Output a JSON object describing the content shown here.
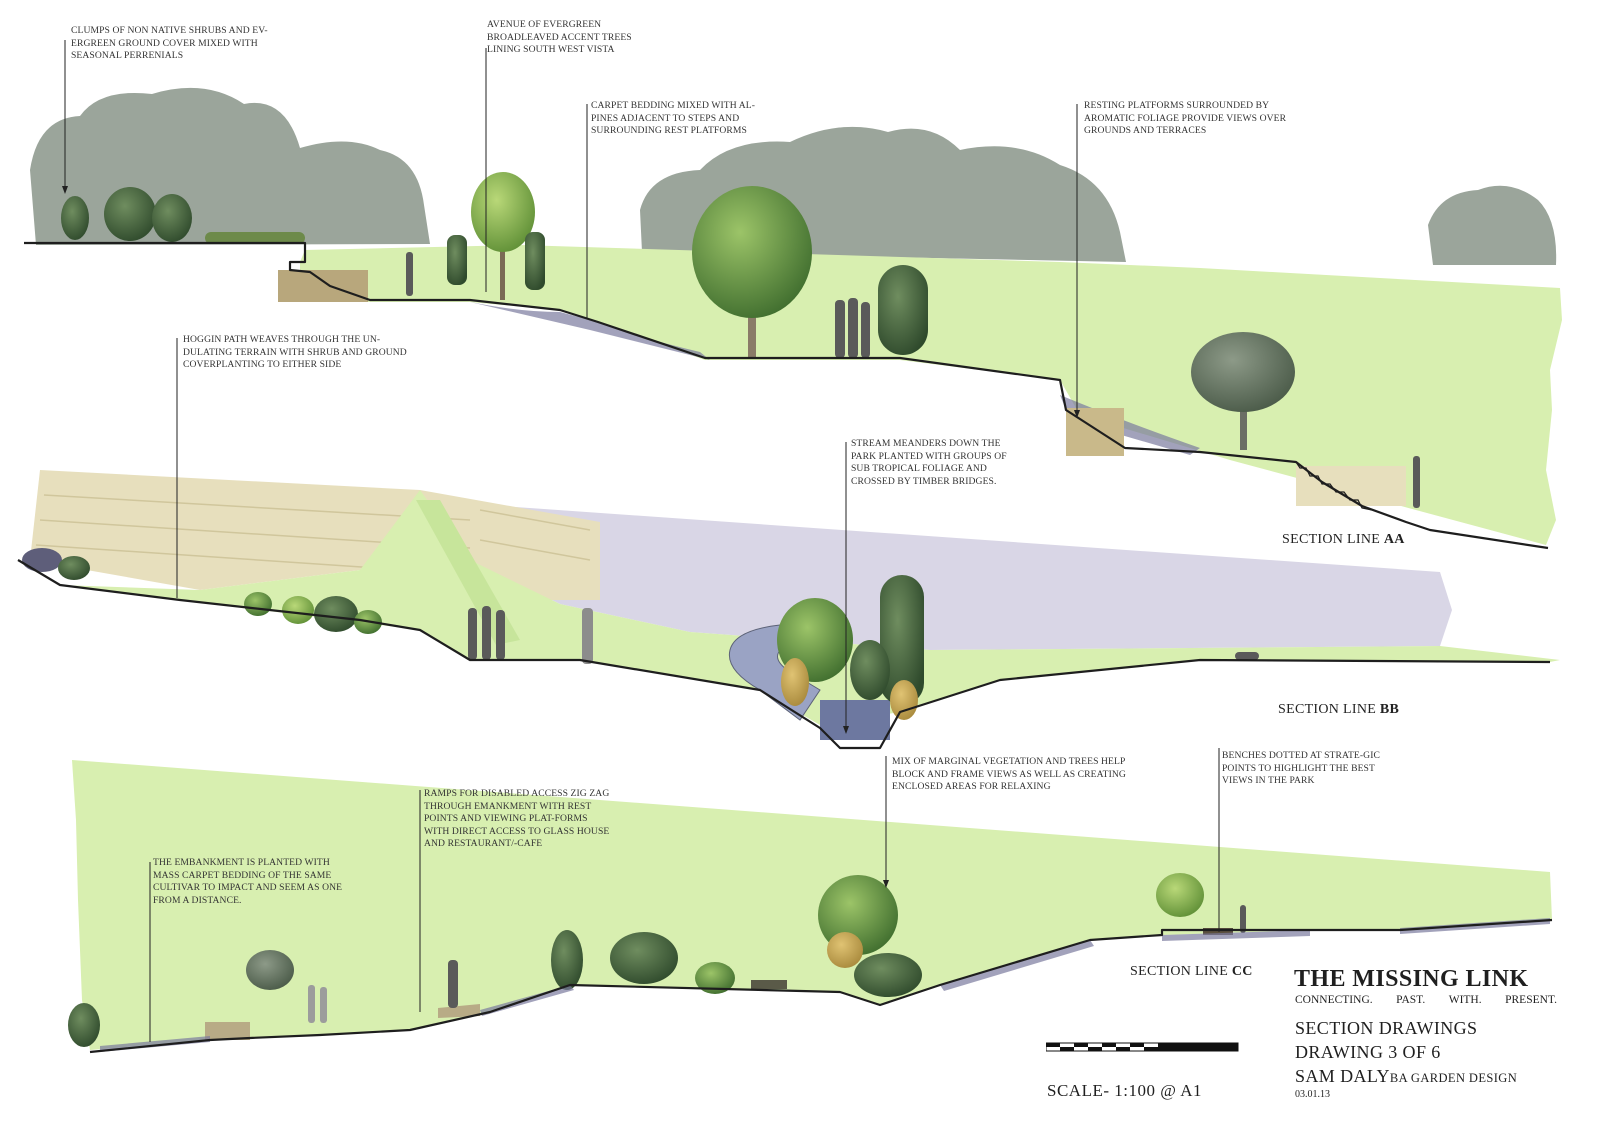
{
  "annotations": [
    {
      "id": "clumps",
      "text": "CLUMPS OF NON NATIVE SHRUBS AND EV-ERGREEN GROUND COVER MIXED WITH SEASONAL PERRENIALS"
    },
    {
      "id": "avenue",
      "text": "AVENUE OF EVERGREEN BROADLEAVED ACCENT TREES LINING SOUTH WEST VISTA"
    },
    {
      "id": "carpet",
      "text": "CARPET BEDDING MIXED WITH AL-PINES ADJACENT TO STEPS AND SURROUNDING REST PLATFORMS"
    },
    {
      "id": "resting",
      "text": "RESTING PLATFORMS SURROUNDED BY AROMATIC FOLIAGE PROVIDE VIEWS OVER GROUNDS AND TERRACES"
    },
    {
      "id": "hoggin",
      "text": "HOGGIN PATH WEAVES THROUGH THE UN-DULATING TERRAIN WITH SHRUB AND GROUND COVERPLANTING TO EITHER SIDE"
    },
    {
      "id": "stream",
      "text": "STREAM MEANDERS DOWN THE PARK PLANTED WITH GROUPS OF SUB TROPICAL FOLIAGE AND CROSSED BY TIMBER BRIDGES."
    },
    {
      "id": "marginal",
      "text": "MIX OF MARGINAL VEGETATION AND TREES HELP BLOCK AND FRAME VIEWS AS WELL AS CREATING ENCLOSED AREAS FOR RELAXING"
    },
    {
      "id": "benches",
      "text": "BENCHES DOTTED AT STRATE-GIC POINTS TO HIGHLIGHT THE BEST VIEWS IN THE PARK"
    },
    {
      "id": "ramps",
      "text": "RAMPS FOR DISABLED ACCESS ZIG ZAG THROUGH EMANKMENT WITH REST POINTS AND VIEWING PLAT-FORMS WITH DIRECT ACCESS TO GLASS HOUSE AND RESTAURANT/-CAFE"
    },
    {
      "id": "embankment",
      "text": "THE EMBANKMENT IS PLANTED WITH MASS CARPET BEDDING OF THE SAME CULTIVAR TO IMPACT AND SEEM AS ONE FROM A DISTANCE."
    }
  ],
  "sections": {
    "aa": {
      "prefix": "SECTION LINE ",
      "code": "AA"
    },
    "bb": {
      "prefix": "SECTION LINE ",
      "code": "BB"
    },
    "cc": {
      "prefix": "SECTION LINE ",
      "code": "CC"
    }
  },
  "title_block": {
    "title": "THE MISSING LINK",
    "subtitle_words": [
      "CONNECTING.",
      "PAST.",
      "WITH.",
      "PRESENT."
    ],
    "line1": "SECTION DRAWINGS",
    "line2": "DRAWING 3 OF 6",
    "author": "SAM DALY",
    "degree": "BA GARDEN DESIGN",
    "date": "03.01.13"
  },
  "scale": {
    "label": "SCALE- 1:100 @ A1"
  },
  "colors": {
    "lawn": "#d8efb0",
    "lawn_edge": "#c3e295",
    "background_trees": "#9ba59b",
    "stone": "#e7dfbd",
    "water": "#9aa3c4",
    "lavender": "#d9d6e6",
    "ground_line": "#1e1e1e",
    "planting": "#7a7a9e",
    "tree_dark": "#3f5f3a",
    "tree_mid": "#5b8a3c",
    "tree_light": "#86ad4a"
  }
}
